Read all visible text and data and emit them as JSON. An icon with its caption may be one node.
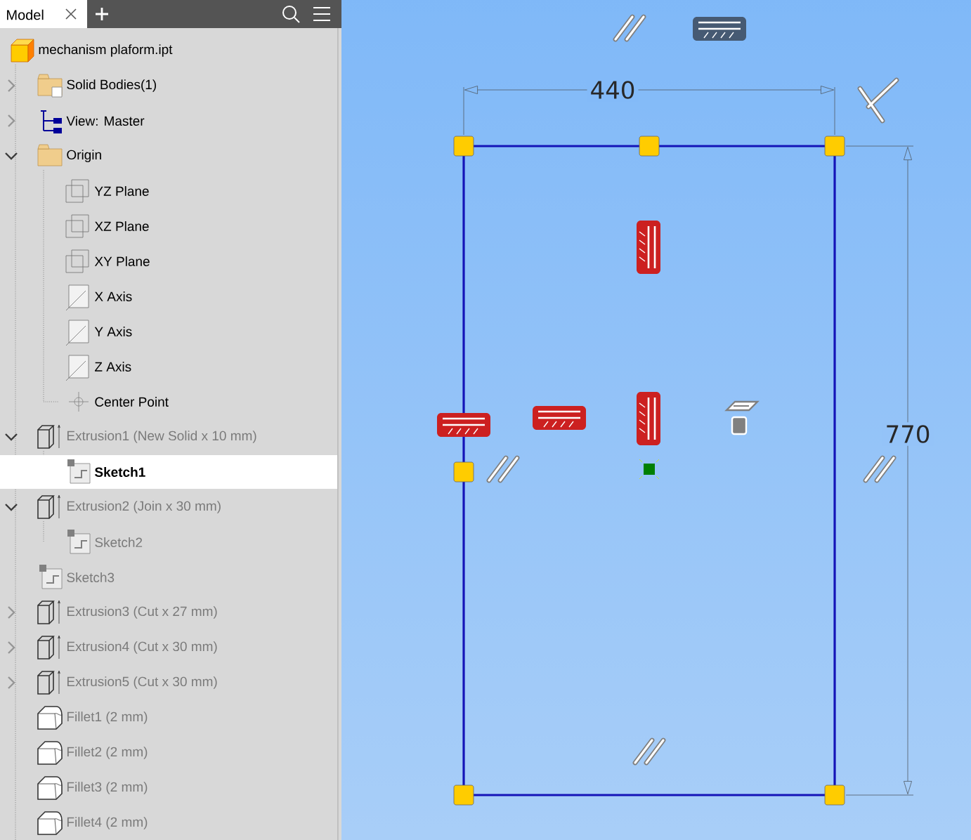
{
  "diagram": {
    "labels": [
      "Model",
      "mechanism plaform.ipt",
      "Solid Bodies(1)",
      "View: Master",
      "Origin",
      "YZ Plane",
      "XZ Plane",
      "XY Plane",
      "X Axis",
      "Y Axis",
      "Z Axis",
      "Center Point",
      "Extrusion1 (New Solid x 10 mm)",
      "Sketch1",
      "Extrusion2 (Join x 30 mm)",
      "Sketch2",
      "Sketch3",
      "Extrusion3 (Cut x 27 mm)",
      "Extrusion4 (Cut x 30 mm)",
      "Extrusion5 (Cut x 30 mm)",
      "Fillet1 (2 mm)",
      "Fillet2 (2 mm)",
      "Fillet3 (2 mm)",
      "Fillet4 (2 mm)",
      "440",
      "770"
    ]
  }
}
